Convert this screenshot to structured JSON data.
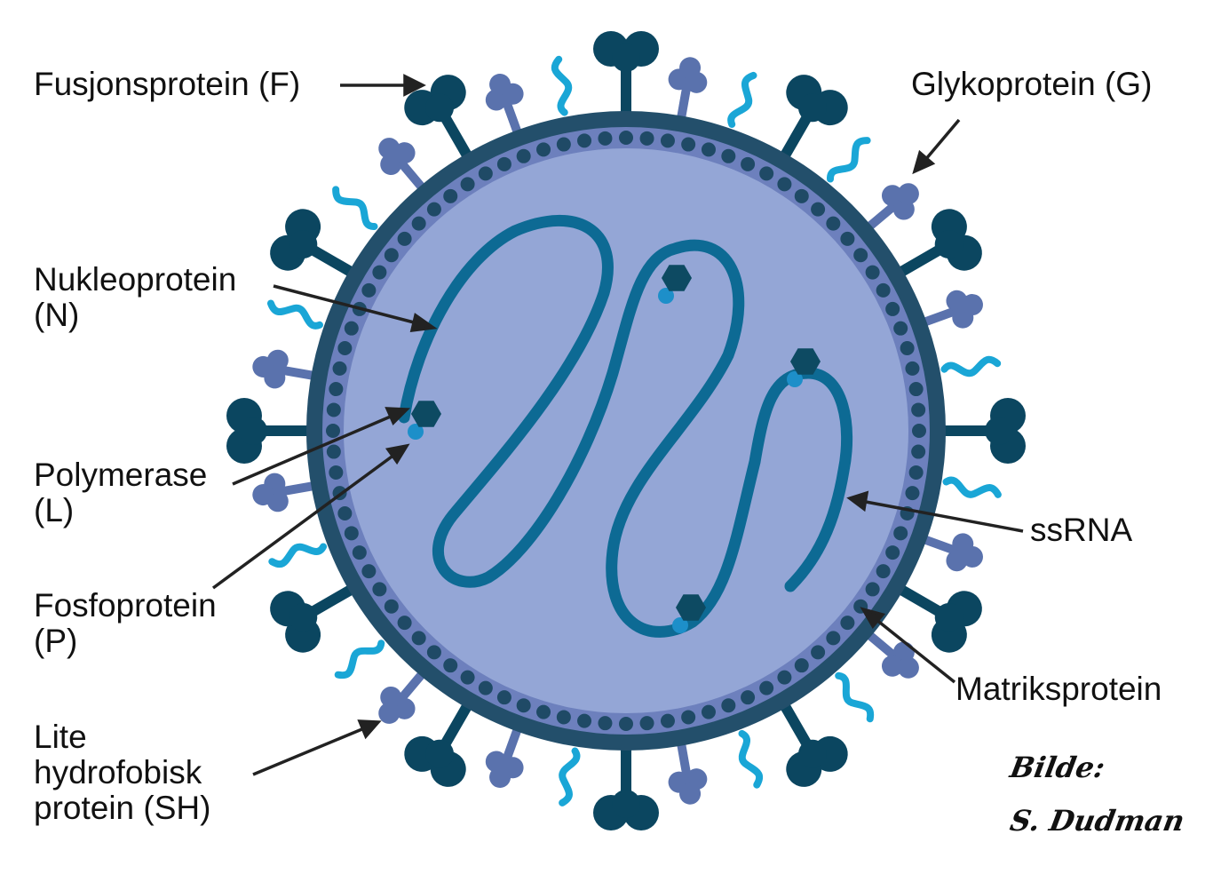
{
  "labels": {
    "fusion": "Fusjonsprotein (F)",
    "glyco": "Glykoprotein (G)",
    "nucleo": "Nukleoprotein\n(N)",
    "polymerase": "Polymerase\n(L)",
    "fosfo": "Fosfoprotein\n(P)",
    "sh": "Lite\nhydrofobisk\nprotein (SH)",
    "ssrna": "ssRNA",
    "matrix": "Matriksprotein"
  },
  "credit": {
    "line1": "Bilde:",
    "line2": "S. Dudman"
  },
  "colors": {
    "membrane": "#234f6b",
    "matrix_band": "#6d80bd",
    "interior": "#94a6d6",
    "dots": "#1f4a66",
    "f_protein": "#0b4660",
    "g_protein": "#5a72ad",
    "sh_protein": "#1aa6d6",
    "rna": "#0d6a94",
    "polymerase": "#0d4a62",
    "phospho": "#1d8fc9"
  }
}
